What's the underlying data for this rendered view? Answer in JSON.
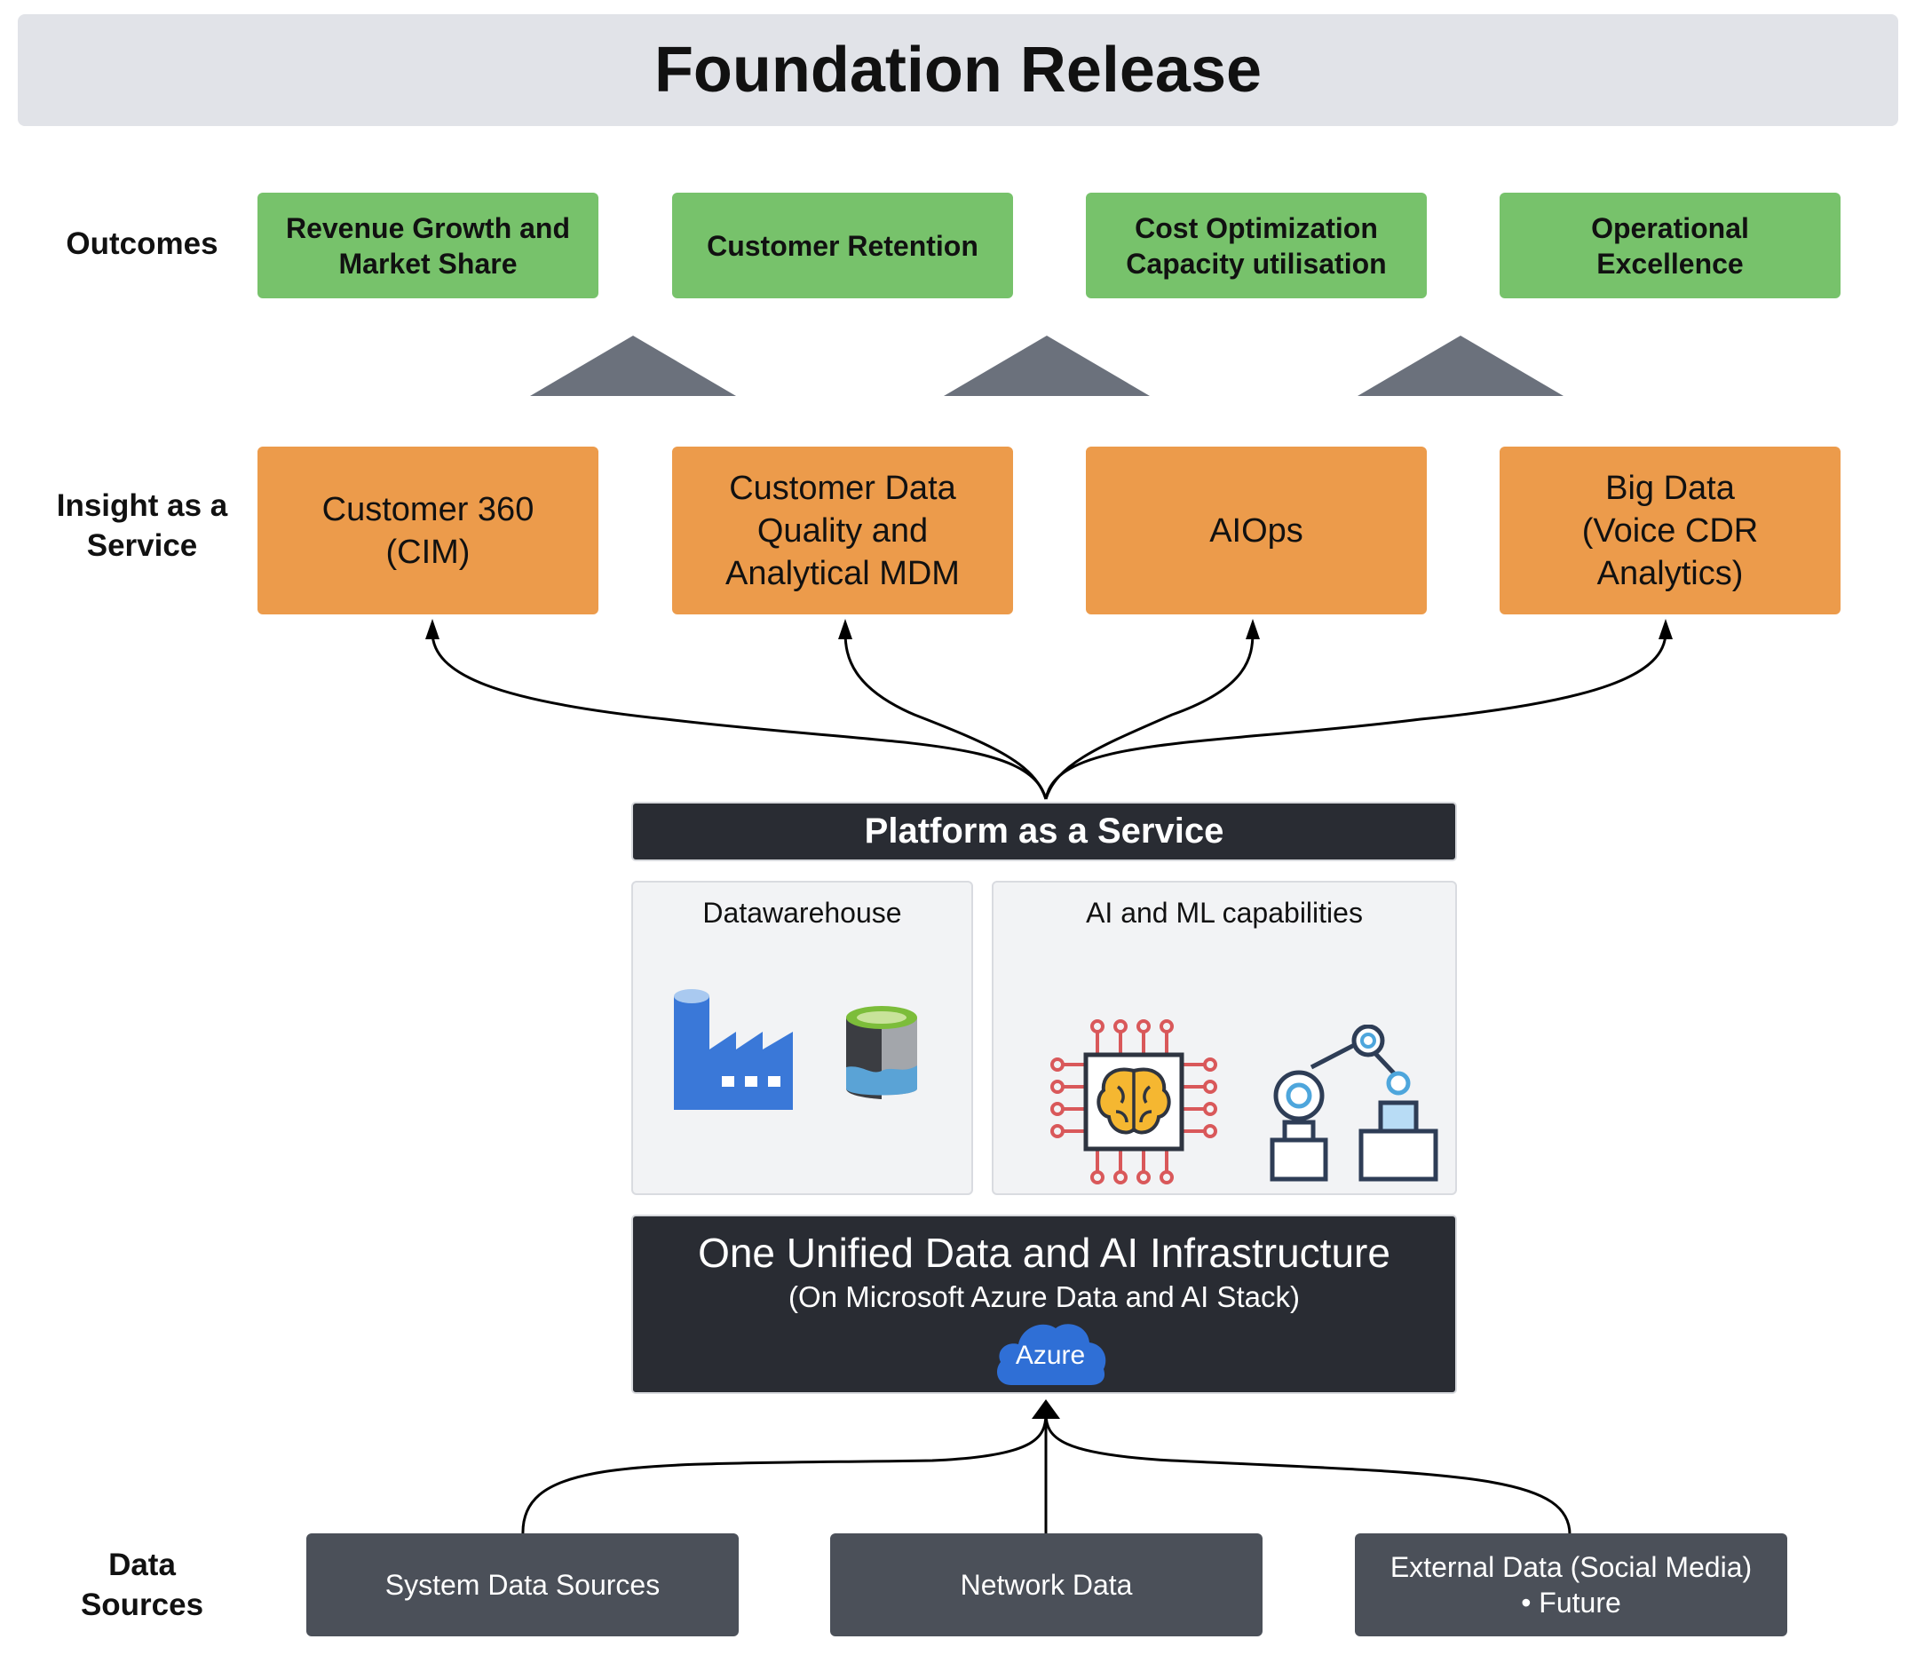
{
  "title": "Foundation Release",
  "labels": {
    "outcomes": "Outcomes",
    "insight": "Insight as a\nService",
    "data_sources": "Data\nSources"
  },
  "outcomes": [
    "Revenue Growth and\nMarket Share",
    "Customer Retention",
    "Cost Optimization\nCapacity utilisation",
    "Operational\nExcellence"
  ],
  "insights": [
    "Customer 360\n(CIM)",
    "Customer Data\nQuality and\nAnalytical MDM",
    "AIOps",
    "Big Data\n(Voice CDR\nAnalytics)"
  ],
  "platform": {
    "title": "Platform as a Service",
    "datawarehouse": "Datawarehouse",
    "ai_ml": "AI and ML capabilities"
  },
  "infrastructure": {
    "title": "One Unified Data and AI Infrastructure",
    "subtitle": "(On Microsoft Azure Data and AI Stack)",
    "cloud_label": "Azure"
  },
  "sources": [
    "System Data Sources",
    "Network Data",
    "External Data (Social Media)\n• Future"
  ],
  "icons": {
    "datawarehouse": [
      "data-factory-icon",
      "data-lake-icon"
    ],
    "ai_ml": [
      "ai-brain-chip-icon",
      "robot-arm-icon"
    ],
    "infrastructure": "azure-cloud-icon"
  },
  "colors": {
    "outcome": "#77c26b",
    "insight": "#ec9b4b",
    "platform": "#292c33",
    "source": "#4b5059",
    "banner": "#e1e3e8",
    "arrow_triangle": "#6b717c"
  }
}
